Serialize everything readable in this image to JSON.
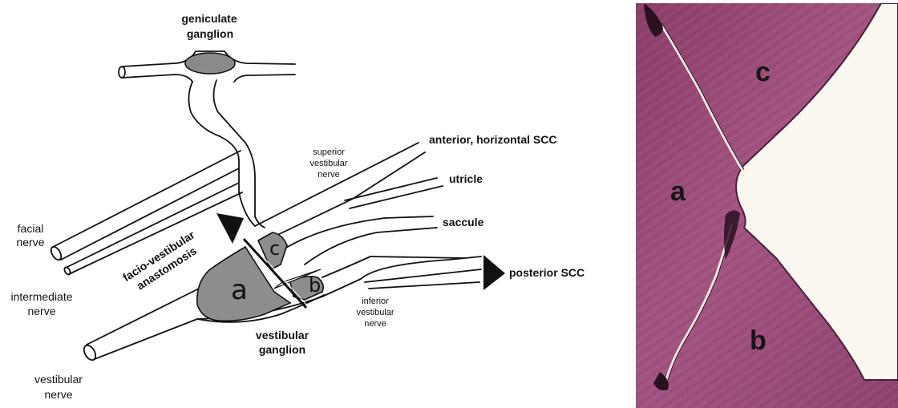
{
  "diagram": {
    "labels": {
      "geniculate_1": "geniculate",
      "geniculate_2": "ganglion",
      "facial_1": "facial",
      "facial_2": "nerve",
      "intermediate_1": "intermediate",
      "intermediate_2": "nerve",
      "vestibular_nerve_1": "vestibular",
      "vestibular_nerve_2": "nerve",
      "anastomosis_1": "facio-vestibular",
      "anastomosis_2": "anastomosis",
      "superior_1": "superior",
      "superior_2": "vestibular",
      "superior_3": "nerve",
      "anterior_scc": "anterior, horizontal SCC",
      "utricle": "utricle",
      "saccule": "saccule",
      "posterior_scc": "posterior SCC",
      "inferior_1": "inferior",
      "inferior_2": "vestibular",
      "inferior_3": "nerve",
      "vganglion_1": "vestibular",
      "vganglion_2": "ganglion"
    },
    "regions": {
      "a": "a",
      "b": "b",
      "c": "c"
    }
  },
  "micrograph": {
    "regions": {
      "a": "a",
      "b": "b",
      "c": "c"
    }
  }
}
